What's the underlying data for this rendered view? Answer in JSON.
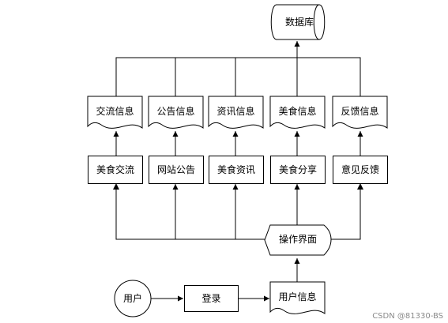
{
  "diagram": {
    "database": "数据库",
    "info_docs": [
      "交流信息",
      "公告信息",
      "资讯信息",
      "美食信息",
      "反馈信息"
    ],
    "functions": [
      "美食交流",
      "网站公告",
      "美食资讯",
      "美食分享",
      "意见反馈"
    ],
    "operation_ui": "操作界面",
    "user": "用户",
    "login": "登录",
    "user_info": "用户信息"
  },
  "watermark": "CSDN @81330-BS"
}
